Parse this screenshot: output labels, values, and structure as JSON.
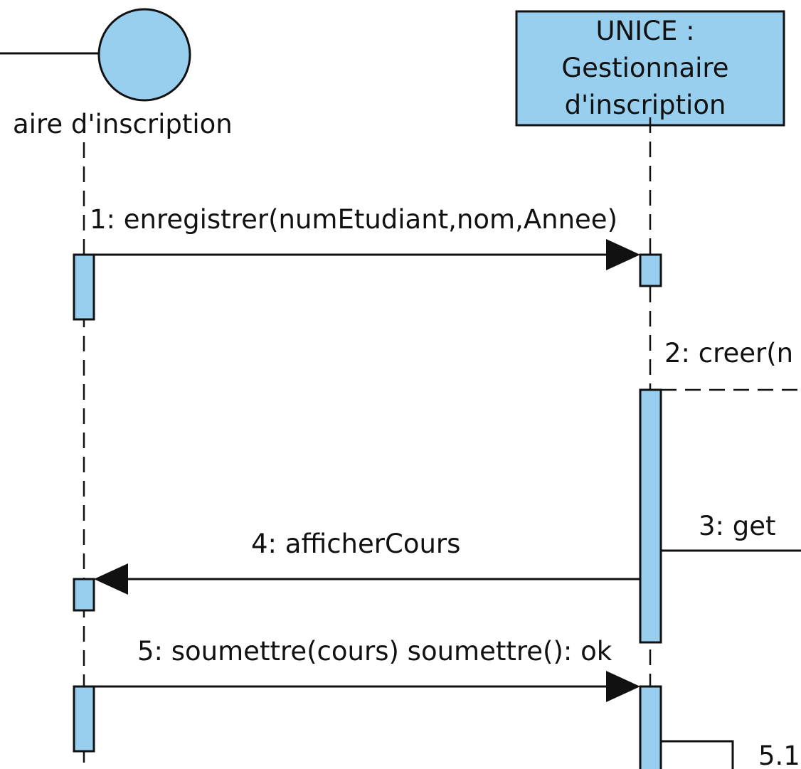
{
  "colors": {
    "fill": "#99cfee",
    "stroke": "#111111",
    "background": "#ffffff"
  },
  "boundary": {
    "icon": "boundary-icon",
    "label": "aire d'inscription"
  },
  "control": {
    "label_line1": "UNICE :",
    "label_line2": "Gestionnaire",
    "label_line3": "d'inscription"
  },
  "messages": {
    "m1": "1: enregistrer(numEtudiant,nom,Annee)",
    "m2": "2: creer(n",
    "m3": "3: get",
    "m4": "4: afficherCours",
    "m5": "5: soumettre(cours) soumettre(): ok",
    "m51": "5.1"
  }
}
